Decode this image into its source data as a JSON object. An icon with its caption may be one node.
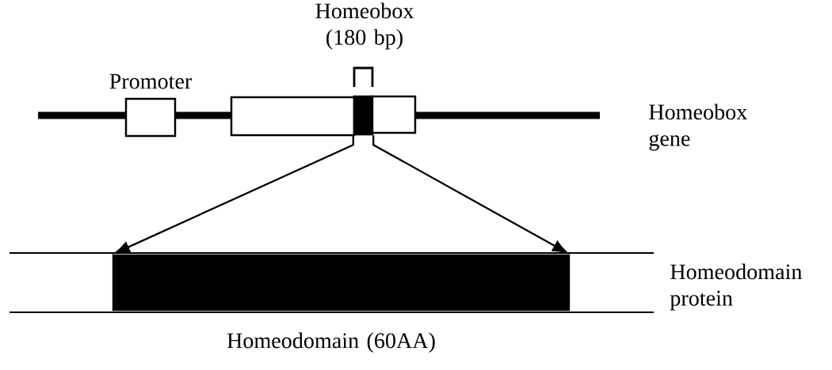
{
  "diagram": {
    "nodes": [
      {
        "text": [
          "Promoter"
        ]
      },
      {
        "text": [],
        "shape": "box"
      },
      {
        "text": [
          "Homeobox (180 bp)"
        ]
      },
      {
        "text": [],
        "shape": "box"
      },
      {
        "text": [],
        "shape": "bar",
        "beside": [
          "Homeodomain protein"
        ]
      },
      {
        "text": [
          "Homeodomain (60AA)"
        ],
        "in": 4
      }
    ],
    "edges": [
      {
        "from": 2,
        "to": 5,
        "arrow": "to"
      },
      {
        "from": 2,
        "to": 5,
        "arrow": "to"
      }
    ],
    "labels": [
      "Homeobox gene"
    ]
  }
}
